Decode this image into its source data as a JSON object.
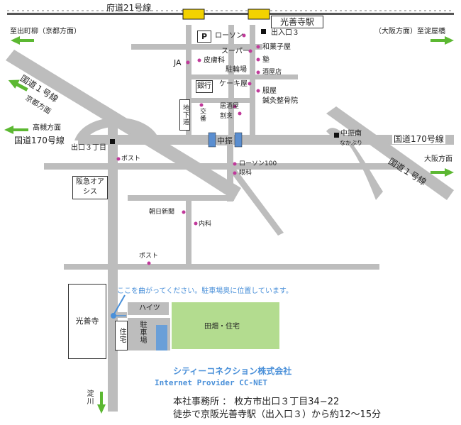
{
  "roads": {
    "fuchu21": "府道21号線",
    "route1_west": "国道１号線",
    "route1_east": "国道１号線",
    "route170_west": "国道170号線",
    "route170_east": "国道170号線",
    "kyoto_dir": "京都方面"
  },
  "directions": {
    "to_demachiyanagi": "至出町柳（京都方面）",
    "to_yodoyabashi": "（大阪方面）至淀屋橋",
    "takatsuki": "高槻方面",
    "osaka": "大阪方面",
    "yodogawa": "淀川"
  },
  "stations": {
    "kozenji": "光善寺駅",
    "exit3": "出入口３",
    "nakaburi": "中振",
    "nakaburi_minami": "中振南",
    "nakaburi_reading": "なかぶり",
    "deguchi3": "出口３丁目"
  },
  "landmarks": {
    "parking": "P",
    "lawson": "ローソン",
    "ja": "JA",
    "dermatology": "皮膚科",
    "supermarket": "スーパー",
    "wagashi": "和菓子屋",
    "cram": "塾",
    "bicycle": "駐輪場",
    "liquor": "酒屋店",
    "bank": "銀行",
    "cake": "ケーキ屋",
    "clothing": "服屋",
    "acupuncture": "鍼灸整骨院",
    "underpass": "地下道",
    "koban": "交番",
    "izakaya": "居酒屋",
    "kappo": "割烹",
    "post1": "ポスト",
    "lawson100": "ローソン100",
    "ophthalmology": "眼科",
    "hankyu_oasis": "阪急オアシス",
    "asahi": "朝日新聞",
    "internal": "内科",
    "post2": "ポスト",
    "kozenji_temple": "光善寺",
    "heights": "ハイツ",
    "residence": "住宅",
    "lot": "駐車場",
    "field": "田畑・住宅"
  },
  "note": "ここを曲がってください。駐車場奥に位置しています。",
  "company": {
    "name": "シティーコネクション株式会社",
    "name_en": "Internet Provider CC-NET",
    "address": "本社事務所 ： 枚方市出口３丁目34−22",
    "access": "徒歩で京阪光善寺駅（出入口３）から約12〜15分"
  },
  "colors": {
    "road": "#bdbdbd",
    "arrow": "#5cb832",
    "marker": "#c0399a",
    "accent": "#4a90d9",
    "field": "#b3dc8f",
    "office": "#6a9fd8"
  }
}
